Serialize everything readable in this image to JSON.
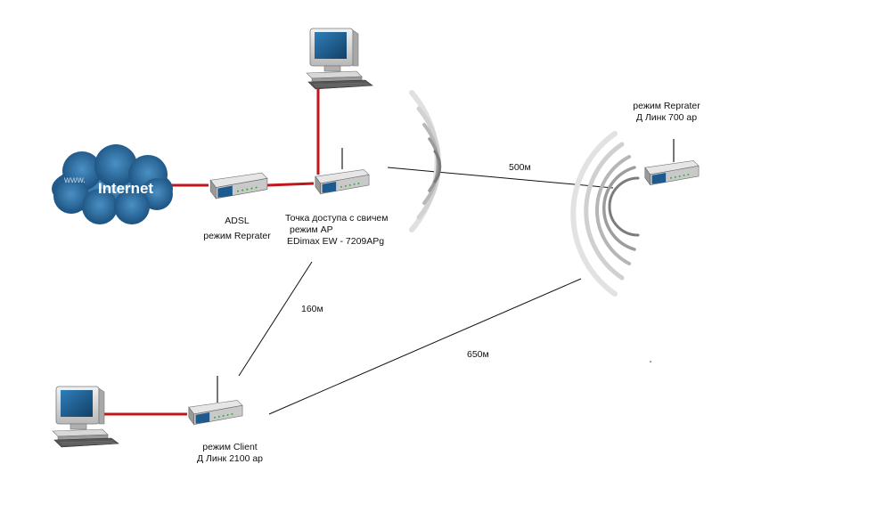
{
  "internet": {
    "prefix": "www.",
    "word": "Internet"
  },
  "adsl": {
    "line1": "ADSL",
    "line2": "режим Reprater"
  },
  "access_point": {
    "line1": "Точка доступа с свичем",
    "line2": "режим AP",
    "line3": "EDimax EW - 7209APg"
  },
  "repeater": {
    "line1": "режим Reprater",
    "line2": "Д Линк 700 ар"
  },
  "client": {
    "line1": "режим Client",
    "line2": "Д Линк 2100 ар"
  },
  "distances": {
    "ap_to_repeater": "500м",
    "ap_to_client": "160м",
    "client_to_repeater": "650м"
  },
  "colors": {
    "cable": "#c0161c",
    "link": "#111111",
    "cloud": "#1f5f94",
    "screen": "#1b5d8e"
  }
}
